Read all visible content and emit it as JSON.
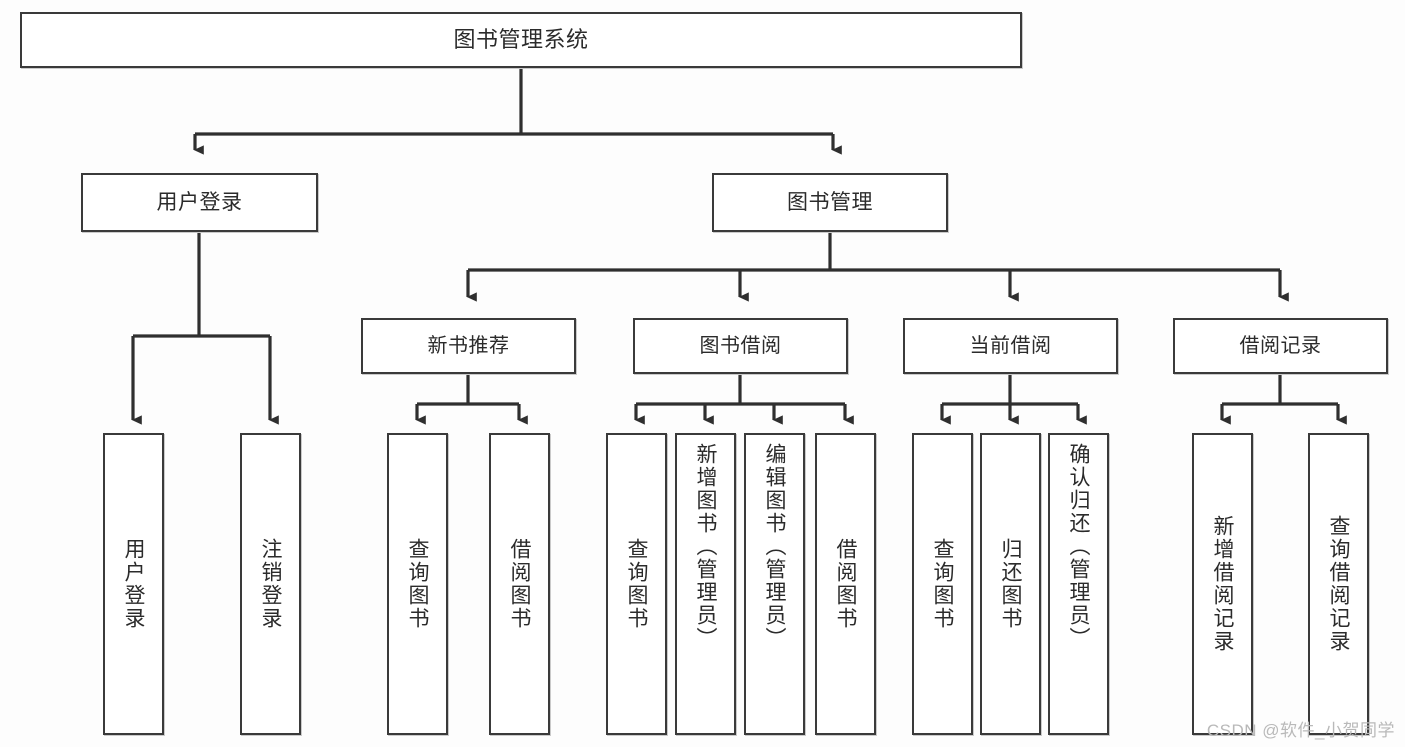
{
  "diagram": {
    "title": "图书管理系统",
    "type": "tree-hierarchy",
    "orientation": "top-down",
    "style": {
      "background": "#fdfdfd",
      "box_fill": "#ffffff",
      "box_stroke": "#3a3a3a",
      "edge_stroke": "#2f2f2f",
      "text_color": "#2b2b2b"
    },
    "root": {
      "label": "图书管理系统"
    },
    "level1": [
      {
        "id": "user-login",
        "label": "用户登录"
      },
      {
        "id": "book-manage",
        "label": "图书管理"
      }
    ],
    "level2": [
      {
        "id": "new-book-recommend",
        "label": "新书推荐",
        "parent": "book-manage"
      },
      {
        "id": "book-borrow",
        "label": "图书借阅",
        "parent": "book-manage"
      },
      {
        "id": "current-borrow",
        "label": "当前借阅",
        "parent": "book-manage"
      },
      {
        "id": "borrow-record",
        "label": "借阅记录",
        "parent": "book-manage"
      }
    ],
    "leaves": [
      {
        "id": "leaf-user-login",
        "label": "用户登录",
        "parent": "user-login"
      },
      {
        "id": "leaf-logout-login",
        "label": "注销登录",
        "parent": "user-login"
      },
      {
        "id": "leaf-query-book-1",
        "label": "查询图书",
        "parent": "new-book-recommend"
      },
      {
        "id": "leaf-borrow-book-1",
        "label": "借阅图书",
        "parent": "new-book-recommend"
      },
      {
        "id": "leaf-query-book-2",
        "label": "查询图书",
        "parent": "book-borrow"
      },
      {
        "id": "leaf-add-book",
        "label": "新增图书（管理员）",
        "parent": "book-borrow"
      },
      {
        "id": "leaf-edit-book",
        "label": "编辑图书（管理员）",
        "parent": "book-borrow"
      },
      {
        "id": "leaf-borrow-book-2",
        "label": "借阅图书",
        "parent": "book-borrow"
      },
      {
        "id": "leaf-query-book-3",
        "label": "查询图书",
        "parent": "current-borrow"
      },
      {
        "id": "leaf-return-book",
        "label": "归还图书",
        "parent": "current-borrow"
      },
      {
        "id": "leaf-confirm-return",
        "label": "确认归还（管理员）",
        "parent": "current-borrow"
      },
      {
        "id": "leaf-add-record",
        "label": "新增借阅记录",
        "parent": "borrow-record"
      },
      {
        "id": "leaf-query-record",
        "label": "查询借阅记录",
        "parent": "borrow-record"
      }
    ]
  },
  "watermark": {
    "text": "CSDN @软件_小贺同学"
  }
}
